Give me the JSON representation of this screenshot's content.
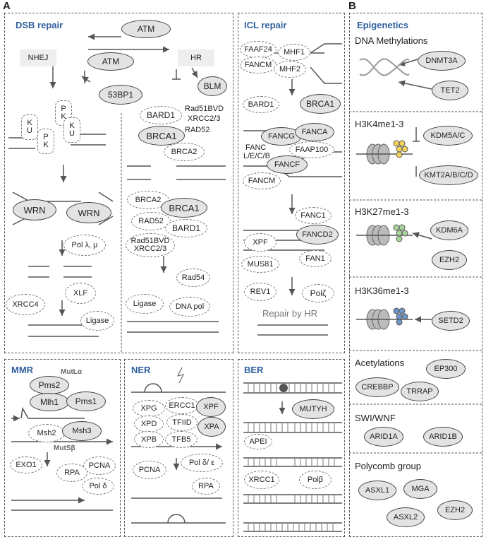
{
  "panels": {
    "a": "A",
    "b": "B"
  },
  "dsb": {
    "title": "DSB repair",
    "atm_top": "ATM",
    "atm_mid": "ATM",
    "nhej": "NHEJ",
    "hr": "HR",
    "p53bp1": "53BP1",
    "blm": "BLM",
    "pk1": "P\nK",
    "pk2": "P\nK",
    "ku1": "K\nU",
    "ku2": "K\nU",
    "wrn1": "WRN",
    "wrn2": "WRN",
    "pol_lm": "Pol λ, μ",
    "xrcc4": "XRCC4",
    "xlf": "XLF",
    "ligase1": "Ligase",
    "bard1_a": "BARD1",
    "rad51bvd_a": "Rad51BVD",
    "xrcc23_a": "XRCC2/3",
    "rad52_a": "RAD52",
    "brca1_a": "BRCA1",
    "brca2_a": "BRCA2",
    "brca2_b": "BRCA2",
    "brca1_b": "BRCA1",
    "rad52_b": "RAD52",
    "bard1_b": "BARD1",
    "rad51bvd_b": "Rad51BVD",
    "xrcc23_b": "XRCC2/3",
    "rad54": "Rad54",
    "ligase2": "Ligase",
    "dnapol": "DNA pol"
  },
  "icl": {
    "title": "ICL repair",
    "faaf24": "FAAF24",
    "mhf1": "MHF1",
    "fancm1": "FANCM",
    "mhf2": "MHF2",
    "bard1": "BARD1",
    "brca1": "BRCA1",
    "fancg": "FANCG",
    "fanca": "FANCA",
    "fanc_lecb": "FANC",
    "fanc_lecb2": "L/E/C/B",
    "faap100": "FAAP100",
    "fancf": "FANCF",
    "fancm2": "FANCM",
    "fanc1": "FANC1",
    "xpf": "XPF",
    "fancd2": "FANCD2",
    "mus81": "MUS81",
    "fan1": "FAN1",
    "rev1": "REV1",
    "polz": "Polζ",
    "repair": "Repair by HR"
  },
  "mmr": {
    "title": "MMR",
    "mutla": "MutLα",
    "pms2": "Pms2",
    "mlh1": "Mlh1",
    "pms1": "Pms1",
    "msh2": "Msh2",
    "msh3": "Msh3",
    "mutsb": "MutSβ",
    "exo1": "EXO1",
    "pcna": "PCNA",
    "rpa": "RPA",
    "pold": "Pol δ"
  },
  "ner": {
    "title": "NER",
    "xpg": "XPG",
    "ercc1": "ERCC1",
    "xpf": "XPF",
    "xpd": "XPD",
    "tfiid": "TFIID",
    "xpa": "XPA",
    "xpb": "XPB",
    "tfb5": "TFB5",
    "pcna": "PCNA",
    "pol": "Pol δ/ ε",
    "rpa": "RPA"
  },
  "ber": {
    "title": "BER",
    "mutyh": "MUTYH",
    "apei": "APEI",
    "xrcc1": "XRCC1",
    "polb": "Polβ"
  },
  "epi": {
    "title": "Epigenetics",
    "dnam": "DNA Methylations",
    "dnmt3a": "DNMT3A",
    "tet2": "TET2",
    "h3k4": "H3K4me1-3",
    "kdm5": "KDM5A/C",
    "kmt2": "KMT2A/B/C/D",
    "h3k27": "H3K27me1-3",
    "kdm6a": "KDM6A",
    "ezh2a": "EZH2",
    "h3k36": "H3K36me1-3",
    "setd2": "SETD2",
    "acet": "Acetylations",
    "ep300": "EP300",
    "crebbp": "CREBBP",
    "trrap": "TRRAP",
    "swi": "SWI/WNF",
    "arid1a": "ARID1A",
    "arid1b": "ARID1B",
    "poly": "Polycomb group",
    "asxl1": "ASXL1",
    "mga": "MGA",
    "asxl2": "ASXL2",
    "ezh2b": "EZH2"
  },
  "colors": {
    "title_blue": "#2f5f9e",
    "node_fill": "#e3e3e3",
    "methyl_yellow": "#f3d35a",
    "methyl_green": "#a8d49a",
    "methyl_blue": "#6f95c8"
  }
}
